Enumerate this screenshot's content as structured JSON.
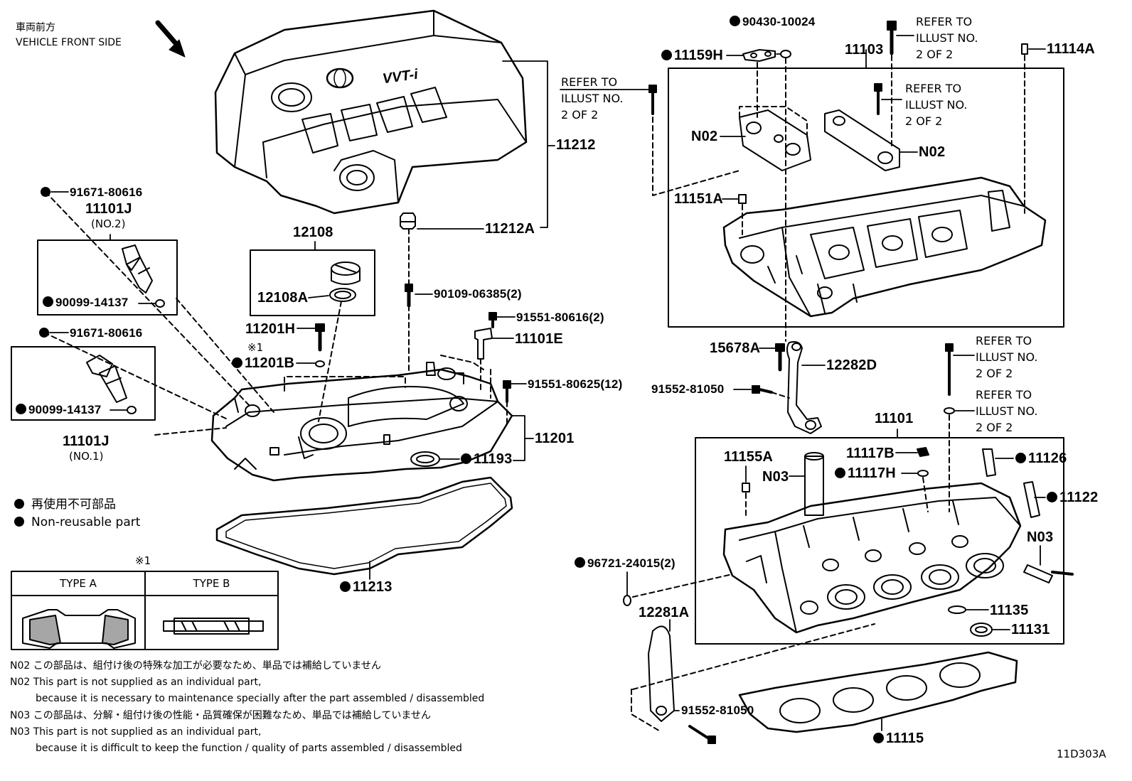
{
  "header": {
    "jp": "車両前方",
    "en": "VEHICLE FRONT SIDE"
  },
  "logo_text": "VVT-i",
  "labels": {
    "p11212": "11212",
    "p11212A": "11212A",
    "p12108": "12108",
    "p12108A": "12108A",
    "p91671a": "91671-80616",
    "p11101J_2": "11101J",
    "no2": "(NO.2)",
    "p90099a": "90099-14137",
    "p91671b": "91671-80616",
    "p90099b": "90099-14137",
    "p11101J_1": "11101J",
    "no1": "(NO.1)",
    "p90109": "90109-06385(2)",
    "p91551a": "91551-80616(2)",
    "p11101E": "11101E",
    "p91551b": "91551-80625(12)",
    "p11201H": "11201H",
    "mark1": "※1",
    "p11201B": "11201B",
    "p11201": "11201",
    "p11193": "11193",
    "p11213": "11213",
    "p90430": "90430-10024",
    "p11159H": "11159H",
    "p11103": "11103",
    "p11114A": "11114A",
    "p11151A": "11151A",
    "n02a": "N02",
    "n02b": "N02",
    "p15678A": "15678A",
    "p12282D": "12282D",
    "p91552a": "91552-81050",
    "p11101": "11101",
    "p11117B": "11117B",
    "p11117H": "11117H",
    "p11155A": "11155A",
    "n03a": "N03",
    "p11126": "11126",
    "p11122": "11122",
    "n03b": "N03",
    "p96721": "96721-24015(2)",
    "p12281A": "12281A",
    "p11135": "11135",
    "p11131": "11131",
    "p91552b": "91552-81050",
    "p11115": "11115",
    "code": "11D303A"
  },
  "refers": {
    "r1": "REFER TO\nILLUST NO.\n2 OF 2",
    "r2": "REFER TO\nILLUST NO.\n2 OF 2",
    "r3": "REFER TO\nILLUST NO.\n2 OF 2",
    "r4": "REFER TO\nILLUST NO.\n2 OF 2",
    "r5": "REFER TO\nILLUST NO.\n2 OF 2"
  },
  "legend": {
    "jp": "再使用不可部品",
    "en": "Non-reusable part"
  },
  "type_table": {
    "mark": "※1",
    "col_a": "TYPE A",
    "col_b": "TYPE B"
  },
  "notes": {
    "n02_jp": "N02 この部品は、組付け後の特殊な加工が必要なため、単品では補給していません",
    "n02_en1": "N02 This part is not supplied as an individual part,",
    "n02_en2": "because it is necessary to maintenance specially after the part assembled / disassembled",
    "n03_jp": "N03 この部品は、分解・組付け後の性能・品質確保が困難なため、単品では補給していません",
    "n03_en1": "N03 This part is not supplied as an individual part,",
    "n03_en2": "because it is difficult to keep the function / quality of parts assembled / disassembled"
  }
}
